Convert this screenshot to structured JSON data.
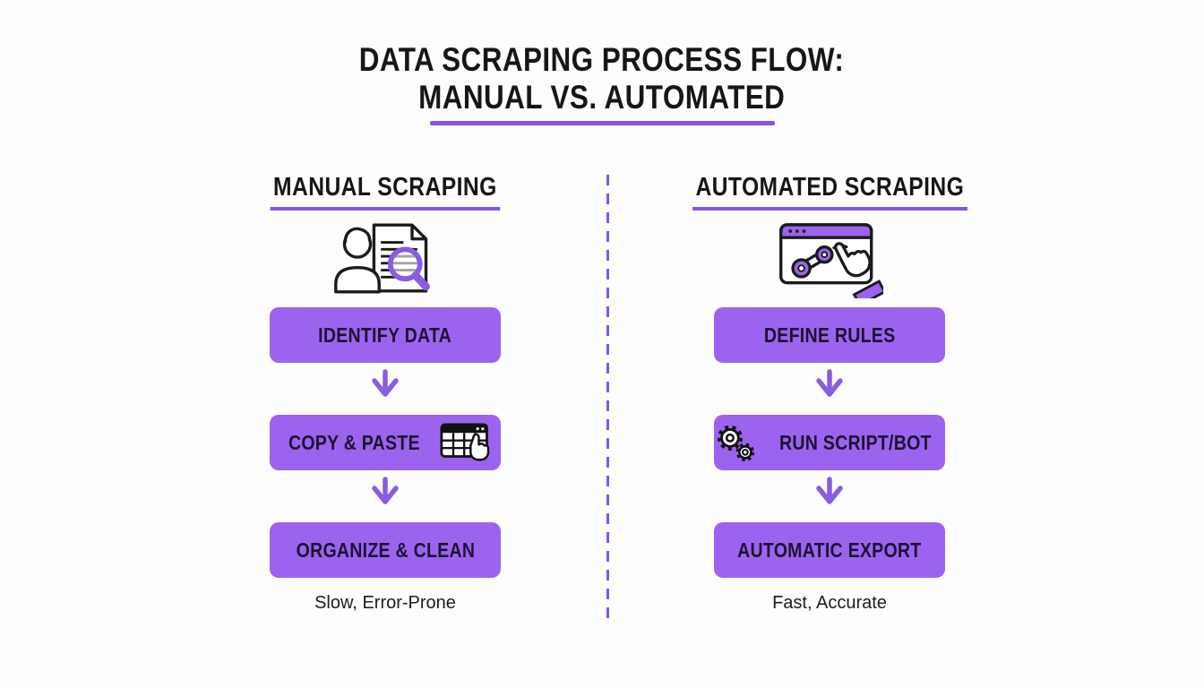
{
  "title": {
    "line1": "DATA SCRAPING PROCESS FLOW:",
    "line2": "MANUAL VS. AUTOMATED"
  },
  "colors": {
    "box_purple": "#9c64ee",
    "accent_purple": "#8655e0",
    "box_text": "#1d1233",
    "heading_text": "#161616"
  },
  "columns": [
    {
      "header": "MANUAL SCRAPING",
      "icon": "person-document-magnifier-icon",
      "steps": [
        {
          "label": "IDENTIFY DATA",
          "icon": null
        },
        {
          "label": "COPY & PASTE",
          "icon": "spreadsheet-hand-icon"
        },
        {
          "label": "ORGANIZE & CLEAN",
          "icon": null
        }
      ],
      "summary": "Slow, Error-Prone"
    },
    {
      "header": "AUTOMATED SCRAPING",
      "icon": "browser-robot-arm-icon",
      "steps": [
        {
          "label": "DEFINE RULES",
          "icon": null
        },
        {
          "label": "RUN SCRIPT/BOT",
          "icon": "gears-icon"
        },
        {
          "label": "AUTOMATIC EXPORT",
          "icon": null
        }
      ],
      "summary": "Fast, Accurate"
    }
  ]
}
